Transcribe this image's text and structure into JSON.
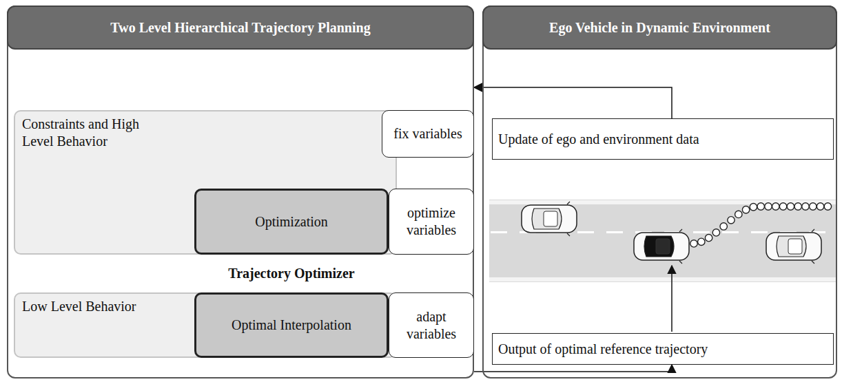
{
  "diagram": {
    "nodes": [
      {
        "text": [
          "Two Level Hierarchical Trajectory Planning"
        ]
      },
      {
        "text": [
          "Constraints and High Level Behavior"
        ],
        "in": 0
      },
      {
        "text": [
          "fix variables"
        ],
        "in": 0
      },
      {
        "text": [
          "Trajectory Optimizer"
        ],
        "in": 0
      },
      {
        "text": [
          "Optimization"
        ],
        "in": 3
      },
      {
        "text": [
          "optimize variables"
        ],
        "in": 0
      },
      {
        "text": [
          "Low Level Behavior"
        ],
        "in": 0
      },
      {
        "text": [
          "Optimal Interpolation"
        ],
        "in": 3
      },
      {
        "text": [
          "adapt variables"
        ],
        "in": 0
      },
      {
        "text": [
          "Ego Vehicle in Dynamic Environment"
        ]
      },
      {
        "text": [
          "Update of ego and environment data"
        ],
        "in": 9
      },
      {
        "text": [
          "Output of optimal reference trajectory"
        ],
        "in": 9
      }
    ],
    "edges": [
      {
        "from": 10,
        "to": 0,
        "arrow": "to"
      },
      {
        "from": 0,
        "to": 11,
        "arrow": "to"
      }
    ]
  }
}
